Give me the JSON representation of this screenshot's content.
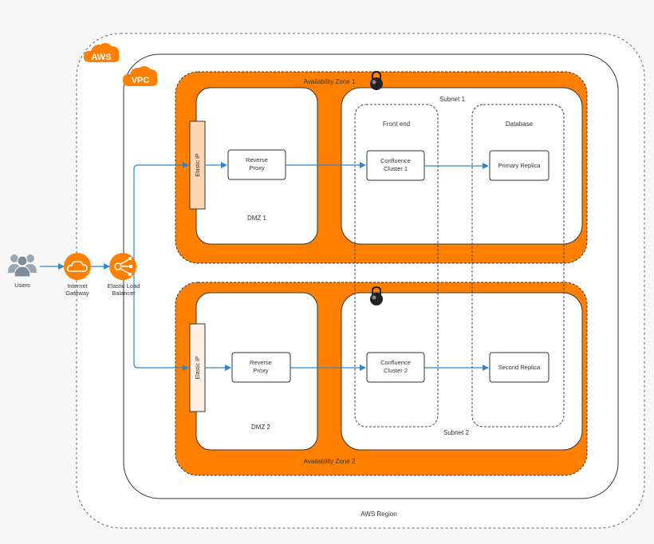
{
  "colors": {
    "background": "#f7f7f7",
    "orange": "#ff8000",
    "orange_light": "#ffd6b0",
    "orange_pale": "#fff1e4",
    "arrow": "#2a88d4",
    "text": "#333333",
    "outline": "#555555",
    "grey_icon": "#9aa6b2"
  },
  "region": {
    "label": "AWS Region"
  },
  "badges": {
    "aws": "AWS",
    "vpc": "VPC"
  },
  "zones": {
    "az1": "Availability Zone 1",
    "az2": "Availability Zone 2"
  },
  "subnets": {
    "s1": "Subnet 1",
    "s2": "Subnet 2"
  },
  "dmz": {
    "d1": "DMZ 1",
    "d2": "DMZ 2"
  },
  "columns": {
    "frontend": "Front end",
    "database": "Database"
  },
  "elastic_ip": {
    "top": "Elastic IP",
    "bottom": "Elastic IP"
  },
  "proxy": {
    "top": {
      "line1": "Reverse",
      "line2": "Proxy"
    },
    "bottom": {
      "line1": "Reverse",
      "line2": "Proxy"
    }
  },
  "cluster": {
    "top": {
      "line1": "Confluence",
      "line2": "Cluster 1"
    },
    "bottom": {
      "line1": "Confluence",
      "line2": "Cluster 2"
    }
  },
  "replica": {
    "top": "Primary Replica",
    "bottom": "Second Replica"
  },
  "external": {
    "users": "Users",
    "gateway": {
      "line1": "Internet",
      "line2": "Gateway"
    },
    "elb": {
      "line1": "Elastic Load",
      "line2": "Balancer"
    }
  },
  "icons": {
    "users": "users-icon",
    "gateway": "cloud-icon",
    "elb": "load-balancer-icon",
    "lock": "padlock-icon",
    "aws": "cloud-badge-icon"
  }
}
